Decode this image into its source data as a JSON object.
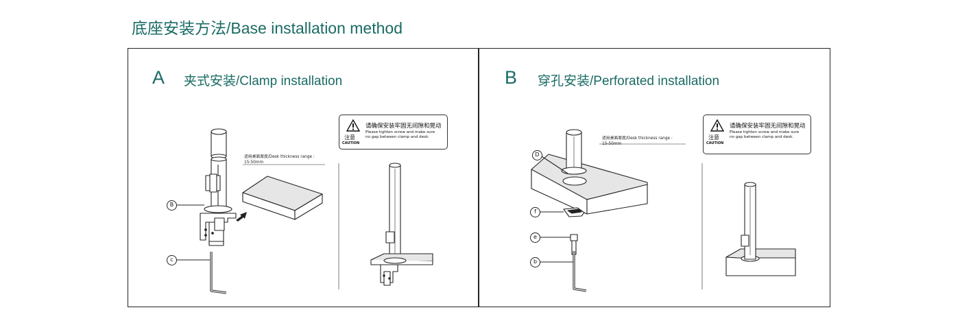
{
  "page": {
    "title": "底座安装方法/Base installation method"
  },
  "section_a": {
    "letter": "A",
    "title": "夹式安装/Clamp installation",
    "thickness_label_line1": "适用桌面厚度/Desk thickness range :",
    "thickness_label_line2": "15-50mm",
    "callouts": [
      "B",
      "c"
    ],
    "caution": {
      "zh_label": "注意",
      "en_label": "CAUTION",
      "zh_text": "请确保安装牢固无间隙和晃动",
      "en_text_line1": "Please tighten screw and make sure",
      "en_text_line2": "no gap between clamp and desk."
    }
  },
  "section_b": {
    "letter": "B",
    "title": "穿孔安装/Perforated installation",
    "thickness_label_line1": "适用桌面厚度/Desk thickness range :",
    "thickness_label_line2": "15-50mm",
    "callouts": [
      "D",
      "f",
      "e",
      "b"
    ],
    "caution": {
      "zh_label": "注意",
      "en_label": "CAUTION",
      "zh_text": "请确保安装牢固无间隙和晃动",
      "en_text_line1": "Please tighten screw and make sure",
      "en_text_line2": "no gap between clamp and desk."
    }
  },
  "colors": {
    "accent": "#1a6b64",
    "line": "#222222",
    "surface_gray": "#e6e6e6"
  },
  "icons": [
    "warning-triangle-icon",
    "arrow-right-icon"
  ]
}
